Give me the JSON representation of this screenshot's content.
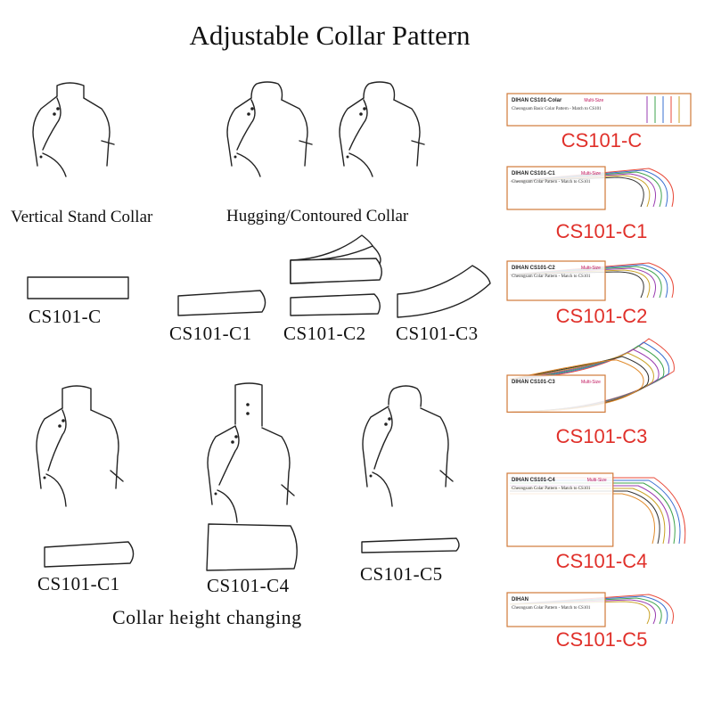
{
  "title": "Adjustable Collar Pattern",
  "section_top": {
    "vertical_label": "Vertical Stand Collar",
    "hugging_label": "Hugging/Contoured Collar",
    "shapes": [
      {
        "code": "CS101-C"
      },
      {
        "code": "CS101-C1"
      },
      {
        "code": "CS101-C2"
      },
      {
        "code": "CS101-C3"
      }
    ]
  },
  "section_bottom": {
    "label": "Collar height changing",
    "shapes": [
      {
        "code": "CS101-C1"
      },
      {
        "code": "CS101-C4"
      },
      {
        "code": "CS101-C5"
      }
    ]
  },
  "packages": [
    {
      "code": "CS101-C",
      "brand": "DIHAN",
      "name": "CS101-Colar",
      "multi": "Multi-Size",
      "line1": "Cheongsam Basic Colar Pattern - Match to CS101",
      "colors": [
        "#9a3db0",
        "#3fa34d",
        "#3a6fd0",
        "#e84a3a",
        "#c9a227"
      ]
    },
    {
      "code": "CS101-C1",
      "brand": "DIHAN",
      "name": "CS101-C1",
      "multi": "Multi-Size",
      "line1": "Cheongsam Colar Pattern - Match to CS101",
      "colors": [
        "#e84a3a",
        "#3a6fd0",
        "#3fa34d",
        "#9a3db0",
        "#c9a227",
        "#333333"
      ]
    },
    {
      "code": "CS101-C2",
      "brand": "DIHAN",
      "name": "CS101-C2",
      "multi": "Multi-Size",
      "line1": "Cheongsam Colar Pattern - Match to CS101",
      "colors": [
        "#e84a3a",
        "#3a6fd0",
        "#3fa34d",
        "#9a3db0",
        "#c9a227",
        "#333333"
      ]
    },
    {
      "code": "CS101-C3",
      "brand": "DIHAN",
      "name": "CS101-C3",
      "multi": "Multi-Size",
      "line1": "",
      "colors": [
        "#e84a3a",
        "#3a6fd0",
        "#3fa34d",
        "#9a3db0",
        "#c9a227",
        "#333333",
        "#e08a2a"
      ]
    },
    {
      "code": "CS101-C4",
      "brand": "DIHAN",
      "name": "CS101-C4",
      "multi": "Multi-Size",
      "line1": "Cheongsam Colar Pattern - Match to CS101",
      "colors": [
        "#e84a3a",
        "#3a6fd0",
        "#3fa34d",
        "#9a3db0",
        "#c9a227",
        "#333333",
        "#e08a2a"
      ]
    },
    {
      "code": "CS101-C5",
      "brand": "DIHAN",
      "name": "",
      "multi": "",
      "line1": "Cheongsam Colar Pattern - Match to CS101",
      "colors": [
        "#e84a3a",
        "#3a6fd0",
        "#3fa34d",
        "#9a3db0",
        "#c9a227"
      ]
    }
  ],
  "accent_color": "#e0302a",
  "package_border_color": "#d07a3a"
}
